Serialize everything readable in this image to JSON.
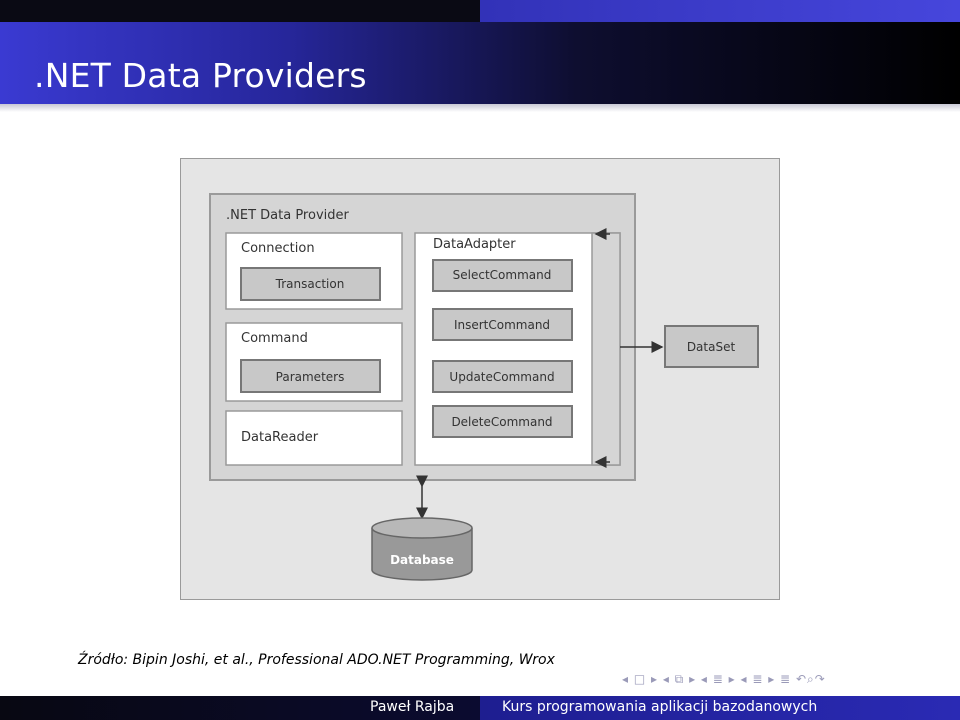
{
  "slide": {
    "title": ".NET Data Providers",
    "caption": "Źródło: Bipin Joshi, et al., Professional ADO.NET Programming, Wrox"
  },
  "diagram": {
    "provider_title": ".NET Data Provider",
    "connection_label": "Connection",
    "transaction_label": "Transaction",
    "command_label": "Command",
    "parameters_label": "Parameters",
    "datareader_label": "DataReader",
    "dataadapter_label": "DataAdapter",
    "select_label": "SelectCommand",
    "insert_label": "InsertCommand",
    "update_label": "UpdateCommand",
    "delete_label": "DeleteCommand",
    "dataset_label": "DataSet",
    "database_label": "Database"
  },
  "footer": {
    "author": "Paweł Rajba",
    "course": "Kurs programowania aplikacji bazodanowych"
  },
  "nav_icons": [
    "nav-left-icon",
    "nav-frame-icon",
    "nav-right-icon",
    "nav-section-icon",
    "nav-subsection-icon",
    "nav-align-icon",
    "nav-search-icon"
  ]
}
